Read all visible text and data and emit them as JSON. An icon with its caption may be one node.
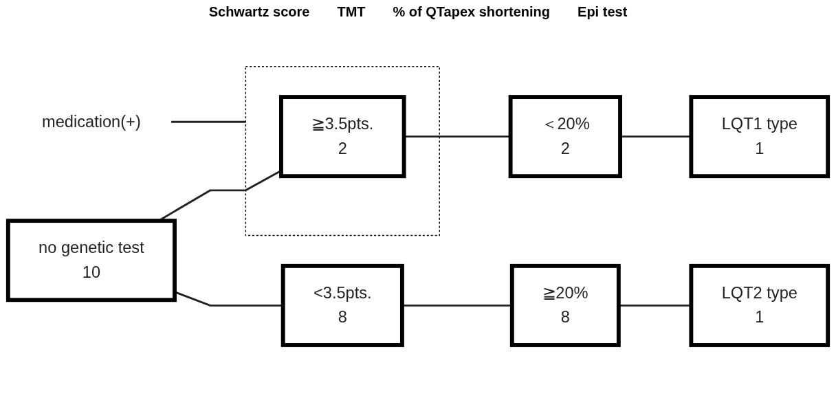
{
  "diagram": {
    "nodes": [
      {
        "text": [
          "medication(+)"
        ]
      },
      {
        "text": [],
        "shape": "box"
      },
      {
        "text": [
          "≧3.5pts.",
          "2"
        ],
        "in": 1
      },
      {
        "text": [
          "no genetic test",
          "10"
        ]
      },
      {
        "text": [
          "<3.5pts.",
          "8"
        ]
      },
      {
        "text": [
          "＜20%",
          "2"
        ]
      },
      {
        "text": [
          "≧20%",
          "8"
        ]
      },
      {
        "text": [
          "LQT1 type",
          "1"
        ]
      },
      {
        "text": [
          "LQT2 type",
          "1"
        ]
      }
    ],
    "edges": [
      {
        "from": 0,
        "to": 1,
        "arrow": "none"
      },
      {
        "from": 3,
        "to": 2,
        "arrow": "none"
      },
      {
        "from": 3,
        "to": 4,
        "arrow": "none"
      },
      {
        "from": 2,
        "to": 5,
        "arrow": "none"
      },
      {
        "from": 4,
        "to": 6,
        "arrow": "none"
      },
      {
        "from": 5,
        "to": 7,
        "arrow": "none"
      },
      {
        "from": 6,
        "to": 8,
        "arrow": "none"
      }
    ],
    "labels": [
      "Schwartz score",
      "TMT",
      "% of QTapex shortening",
      "Epi test"
    ]
  }
}
